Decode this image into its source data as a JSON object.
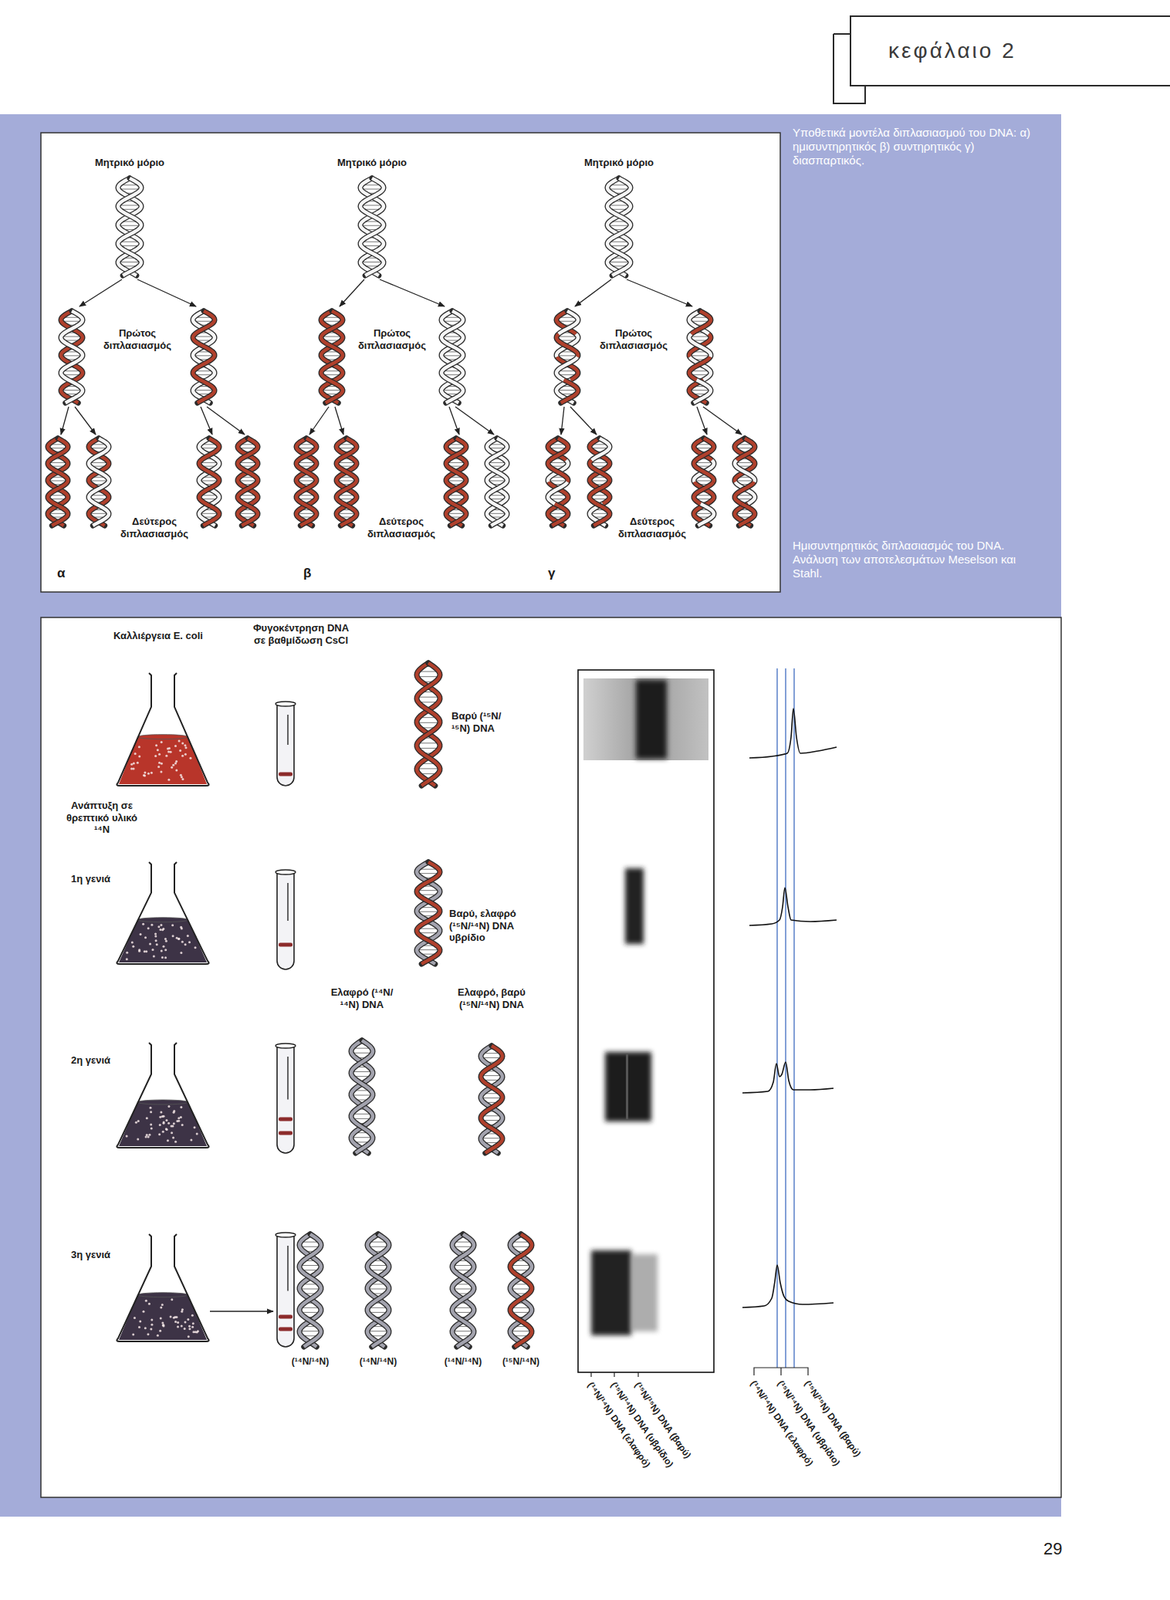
{
  "diagram": {
    "nodes": [
      {
        "text": [
          "κεφάλαιο 2"
        ]
      }
    ],
    "labels": [
      "Μητρικό μόριο",
      "Μητρικό μόριο",
      "Μητρικό μόριο",
      "Πρώτος διπλασιασμός",
      "Πρώτος διπλασιασμός",
      "Πρώτος διπλασιασμός",
      "Δεύτερος διπλασιασμός",
      "Δεύτερος διπλασιασμός",
      "Δεύτερος διπλασιασμός",
      "α",
      "β",
      "γ",
      "Υποθετικά μοντέλα διπλασιασμού του DNA: α) ημισυντηρητικός β) συντηρητικός γ) διασπαρτικός.",
      "Ημισυντηρητικός διπλασιασμός του DNA. Ανάλυση των αποτελεσμάτων Meselson και Stahl.",
      "Καλλιέργεια E. coli",
      "Φυγοκέντρηση DNA σε βαθμίδωση CsCl",
      "Βαρύ (¹⁵N/¹⁵N) DNA",
      "Ανάπτυξη σε θρεπτικό υλικό ¹⁴N",
      "1η γενιά",
      "Βαρύ, ελαφρό (¹⁵N/¹⁴N) DNA υβρίδιο",
      "Ελαφρό (¹⁴N/¹⁴N) DNA",
      "Ελαφρό, βαρύ (¹⁵N/¹⁴N) DNA",
      "2η γενιά",
      "3η γενιά",
      "(¹⁴N/¹⁴N)",
      "(¹⁴N/¹⁴N)",
      "(¹⁴N/¹⁴N)",
      "(¹⁵N/¹⁴N)",
      "(¹⁴N/¹⁴N) DNA (ελαφρό)",
      "(¹⁵N/¹⁴N) DNA (υβρίδιο)",
      "(¹⁵N/¹⁵N) DNA (βαρύ)",
      "(¹⁴N/¹⁴N) DNA (ελαφρό)",
      "(¹⁵N/¹⁴N) DNA (υβρίδιο)",
      "(¹⁵N/¹⁵N) DNA (βαρύ)",
      "29"
    ]
  }
}
